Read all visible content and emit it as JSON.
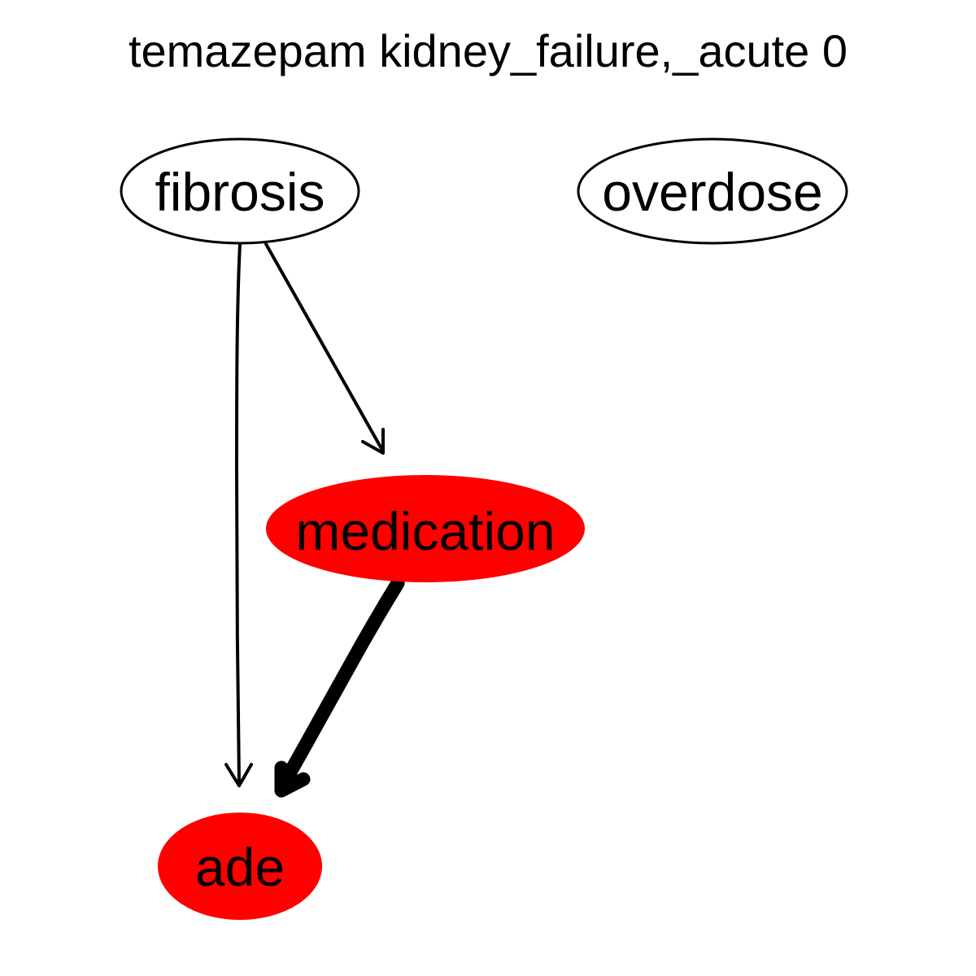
{
  "title": "temazepam kidney_failure,_acute 0",
  "colors": {
    "highlight": "#ff0000",
    "plain_fill": "#ffffff",
    "stroke": "#000000"
  },
  "nodes": {
    "fibrosis": {
      "label": "fibrosis",
      "highlighted": false
    },
    "overdose": {
      "label": "overdose",
      "highlighted": false
    },
    "medication": {
      "label": "medication",
      "highlighted": true
    },
    "ade": {
      "label": "ade",
      "highlighted": true
    }
  },
  "edges": [
    {
      "from": "fibrosis",
      "to": "ade",
      "weight": "thin"
    },
    {
      "from": "fibrosis",
      "to": "medication",
      "weight": "thin"
    },
    {
      "from": "medication",
      "to": "ade",
      "weight": "thick"
    }
  ]
}
